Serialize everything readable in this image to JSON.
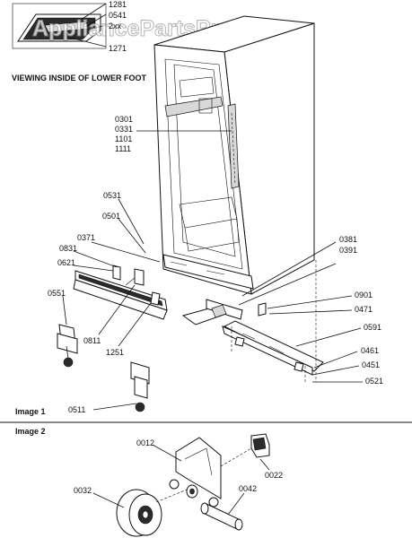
{
  "watermark": "AppliancePartsPros.com",
  "caption_view": "VIEWING INSIDE OF LOWER FOOT",
  "image1_label": "Image 1",
  "image2_label": "Image 2",
  "parts_image1": {
    "p1281": "1281",
    "p0541": "0541",
    "p2xx": "2xx",
    "p1271": "1271",
    "p0301": "0301",
    "p0331": "0331",
    "p1101": "1101",
    "p1111": "1111",
    "p0531": "0531",
    "p0501": "0501",
    "p0371": "0371",
    "p0831": "0831",
    "p0621": "0621",
    "p0551": "0551",
    "p0811": "0811",
    "p1251": "1251",
    "p0511": "0511",
    "p0381": "0381",
    "p0391": "0391",
    "p0901": "0901",
    "p0471": "0471",
    "p0591": "0591",
    "p0461": "0461",
    "p0451": "0451",
    "p0521": "0521"
  },
  "parts_image2": {
    "p0012": "0012",
    "p0022": "0022",
    "p0032": "0032",
    "p0042": "0042"
  }
}
